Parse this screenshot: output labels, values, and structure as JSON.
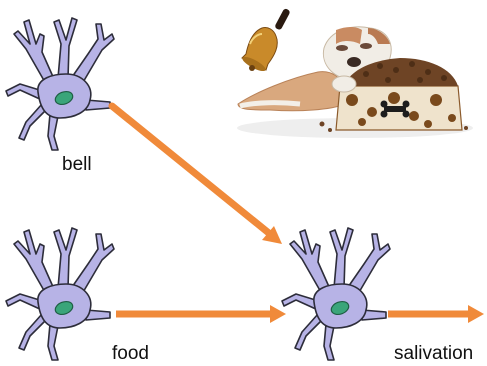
{
  "labels": {
    "bell": "bell",
    "food": "food",
    "salivation": "salivation"
  },
  "icons": {
    "bell_photo": "hand-bell-icon",
    "dog_photo": "puppy-with-food-bowl-image"
  },
  "colors": {
    "neuron_fill": "#b7b3e6",
    "neuron_stroke": "#2d2d3a",
    "nucleus": "#3aa57a",
    "arrow": "#f08a3a"
  }
}
